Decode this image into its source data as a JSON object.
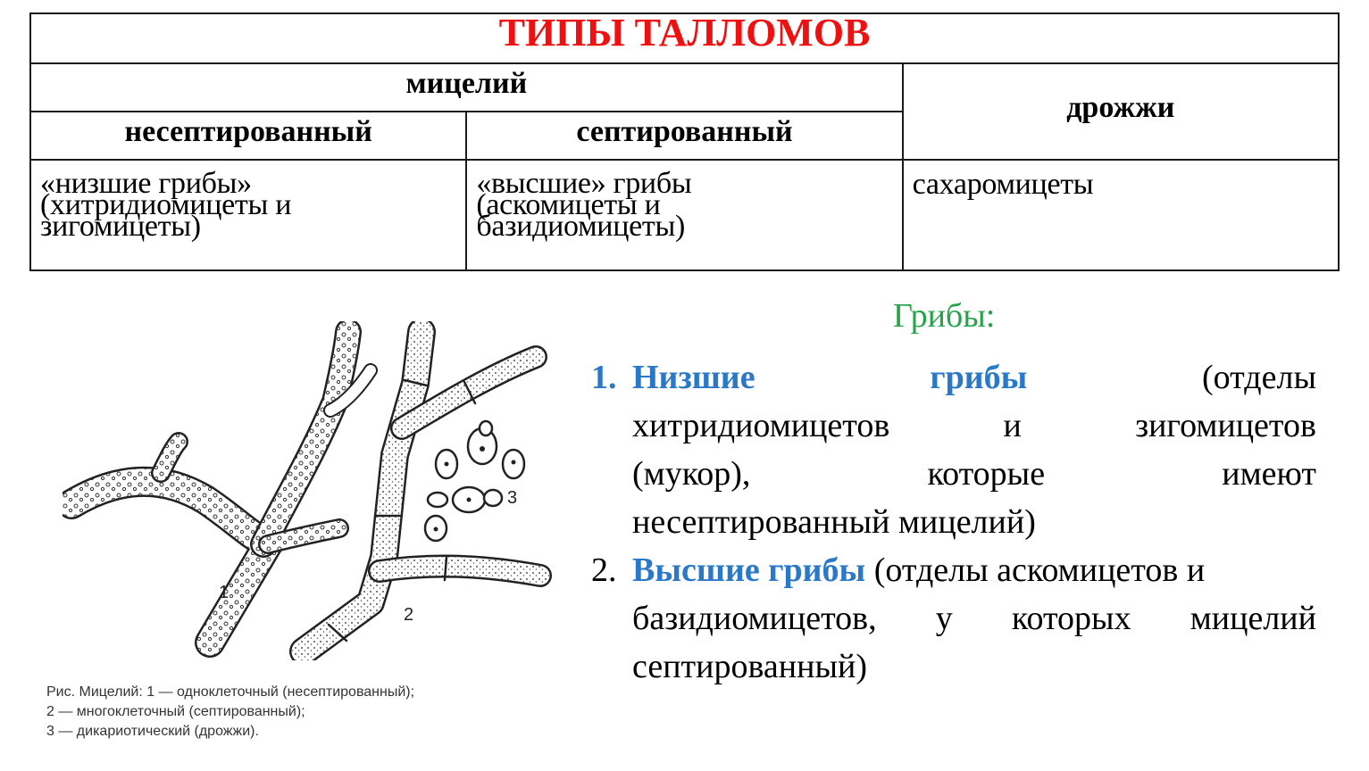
{
  "table": {
    "title": "ТИПЫ ТАЛЛОМОВ",
    "mycelium_header": "мицелий",
    "yeast_header": "дрожжи",
    "nonseptate_header": "несептированный",
    "septate_header": "септированный",
    "nonseptate_lines": [
      "«низшие грибы»",
      "(хитридиомицеты и",
      "зигомицеты)"
    ],
    "septate_lines": [
      "«высшие» грибы",
      "(аскомицеты и",
      "базидиомицеты)"
    ],
    "yeast_value": "сахаромицеты"
  },
  "figure": {
    "labels": [
      "1",
      "2",
      "3"
    ],
    "caption_lines": [
      "Рис. Мицелий: 1 — одноклеточный (несептированный);",
      "2 — многоклеточный (септированный);",
      "3 — дикариотический (дрожжи)."
    ]
  },
  "text": {
    "heading": "Грибы:",
    "item1": {
      "number": "1.",
      "line1": [
        "Низшие",
        "грибы",
        "(отделы"
      ],
      "line2": [
        "хитридиомицетов",
        "и",
        "зигомицетов"
      ],
      "line3": [
        "(мукор),",
        "которые",
        "имеют"
      ],
      "line4": "несептированный мицелий)"
    },
    "item2": {
      "number": "2.",
      "bold": "Высшие грибы",
      "rest1": " (отделы аскомицетов и",
      "line2": [
        "базидиомицетов,",
        "у",
        "которых",
        "мицелий"
      ],
      "line3": "септированный)"
    }
  },
  "colors": {
    "title": "#ee1111",
    "heading": "#27a34a",
    "accent": "#2a78c8"
  }
}
